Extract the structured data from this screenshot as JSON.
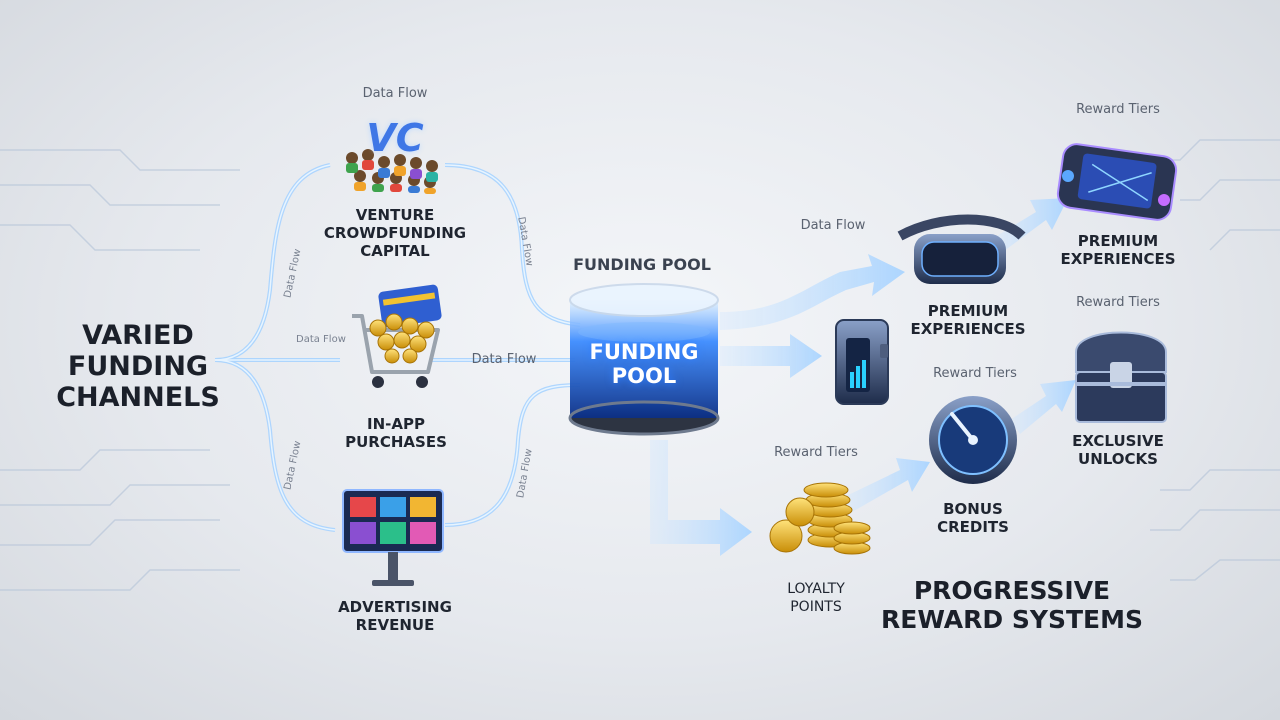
{
  "left": {
    "title_line1": "VARIED",
    "title_line2": "FUNDING",
    "title_line3": "CHANNELS"
  },
  "sources": {
    "venture": {
      "line1": "VENTURE",
      "line2": "CROWDFUNDING",
      "line3": "CAPITAL",
      "badge": "VC"
    },
    "iap": {
      "line1": "IN-APP",
      "line2": "PURCHASES"
    },
    "ads": {
      "line1": "ADVERTISING",
      "line2": "REVENUE"
    }
  },
  "flow_labels": {
    "top": "Data Flow",
    "middle": "Data Flow",
    "right": "Data Flow",
    "rot_left_top": "Data Flow",
    "rot_left_mid": "Data Flow",
    "rot_left_bottom": "Data Flow",
    "rot_right_top": "Data Flow",
    "rot_right_bottom": "Data Flow"
  },
  "pool": {
    "heading": "FUNDING POOL",
    "inner_line1": "FUNDING",
    "inner_line2": "POOL"
  },
  "rewards": {
    "tier_label": "Reward Tiers",
    "vr": {
      "line1": "PREMIUM",
      "line2": "EXPERIENCES"
    },
    "console": {
      "line1": "PREMIUM",
      "line2": "EXPERIENCES"
    },
    "chest": {
      "line1": "EXCLUSIVE",
      "line2": "UNLOCKS"
    },
    "dial": {
      "line1": "BONUS",
      "line2": "CREDITS"
    },
    "coins": {
      "line1": "LOYALTY",
      "line2": "POINTS"
    }
  },
  "bottom_right": {
    "line1": "PROGRESSIVE",
    "line2": "REWARD SYSTEMS"
  },
  "colors": {
    "accent": "#2f7dff",
    "glow": "#9fd0ff",
    "text": "#1f2530",
    "gold": "#e8b21c"
  }
}
